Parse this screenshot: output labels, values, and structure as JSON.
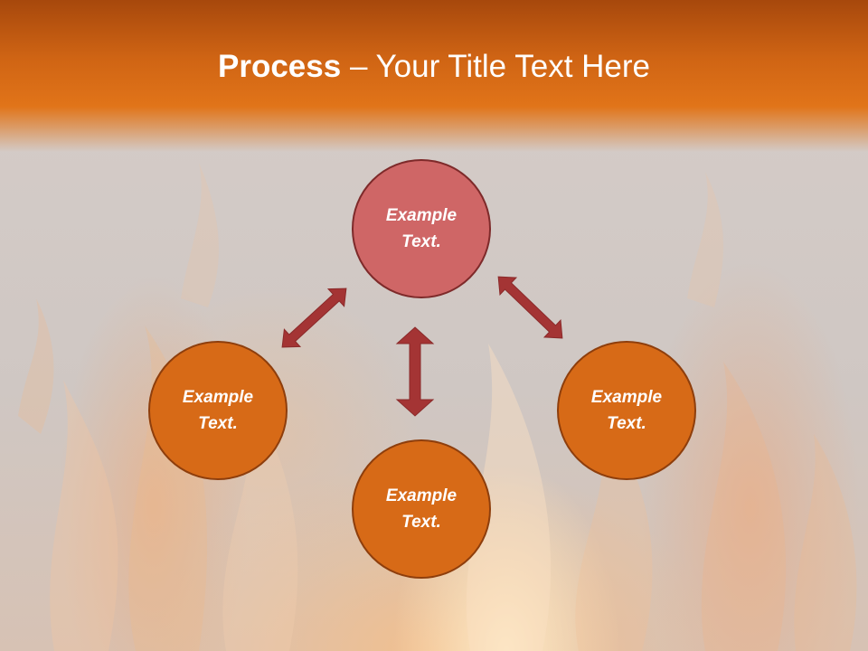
{
  "title": {
    "bold": "Process",
    "rest": " – Your Title Text Here"
  },
  "colors": {
    "header": "#cf6414",
    "node_orange": "#d76a17",
    "node_red": "#cf6666",
    "arrow": "#a43434"
  },
  "nodes": [
    {
      "id": "top",
      "line1": "Example",
      "line2": "Text."
    },
    {
      "id": "left",
      "line1": "Example",
      "line2": "Text."
    },
    {
      "id": "right",
      "line1": "Example",
      "line2": "Text."
    },
    {
      "id": "bottom",
      "line1": "Example",
      "line2": "Text."
    }
  ]
}
